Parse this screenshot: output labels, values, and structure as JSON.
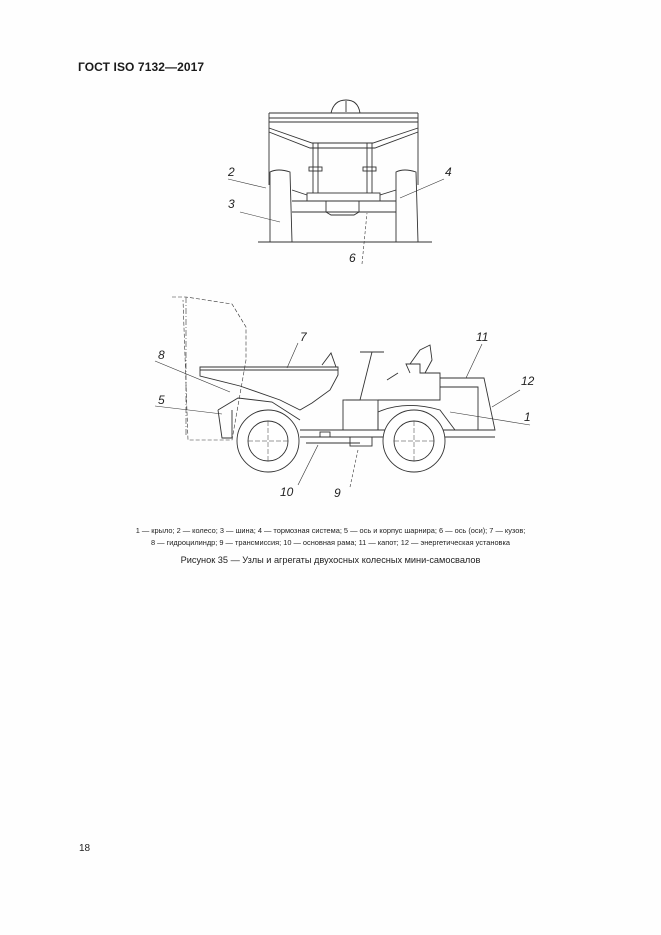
{
  "header": {
    "standard": "ГОСТ ISO 7132—2017"
  },
  "figure": {
    "number": "35",
    "caption": "Рисунок 35 — Узлы и агрегаты двухосных колесных мини-самосвалов",
    "callouts_front_view": [
      "2",
      "3",
      "4",
      "6"
    ],
    "callouts_side_view": [
      "7",
      "8",
      "5",
      "11",
      "12",
      "1",
      "10",
      "9"
    ],
    "legend_line1": "1 — крыло; 2 — колесо; 3 — шина; 4 — тормозная система; 5 — ось и корпус шарнира; 6 — ось (оси); 7 — кузов;",
    "legend_line2": "8 — гидроцилиндр; 9 — трансмиссия; 10 — основная рама; 11 — капот; 12 — энергетическая установка",
    "legend": [
      {
        "num": "1",
        "text": "крыло"
      },
      {
        "num": "2",
        "text": "колесо"
      },
      {
        "num": "3",
        "text": "шина"
      },
      {
        "num": "4",
        "text": "тормозная система"
      },
      {
        "num": "5",
        "text": "ось и корпус шарнира"
      },
      {
        "num": "6",
        "text": "ось (оси)"
      },
      {
        "num": "7",
        "text": "кузов"
      },
      {
        "num": "8",
        "text": "гидроцилиндр"
      },
      {
        "num": "9",
        "text": "трансмиссия"
      },
      {
        "num": "10",
        "text": "основная рама"
      },
      {
        "num": "11",
        "text": "капот"
      },
      {
        "num": "12",
        "text": "энергетическая установка"
      }
    ]
  },
  "footer": {
    "page_number": "18"
  }
}
